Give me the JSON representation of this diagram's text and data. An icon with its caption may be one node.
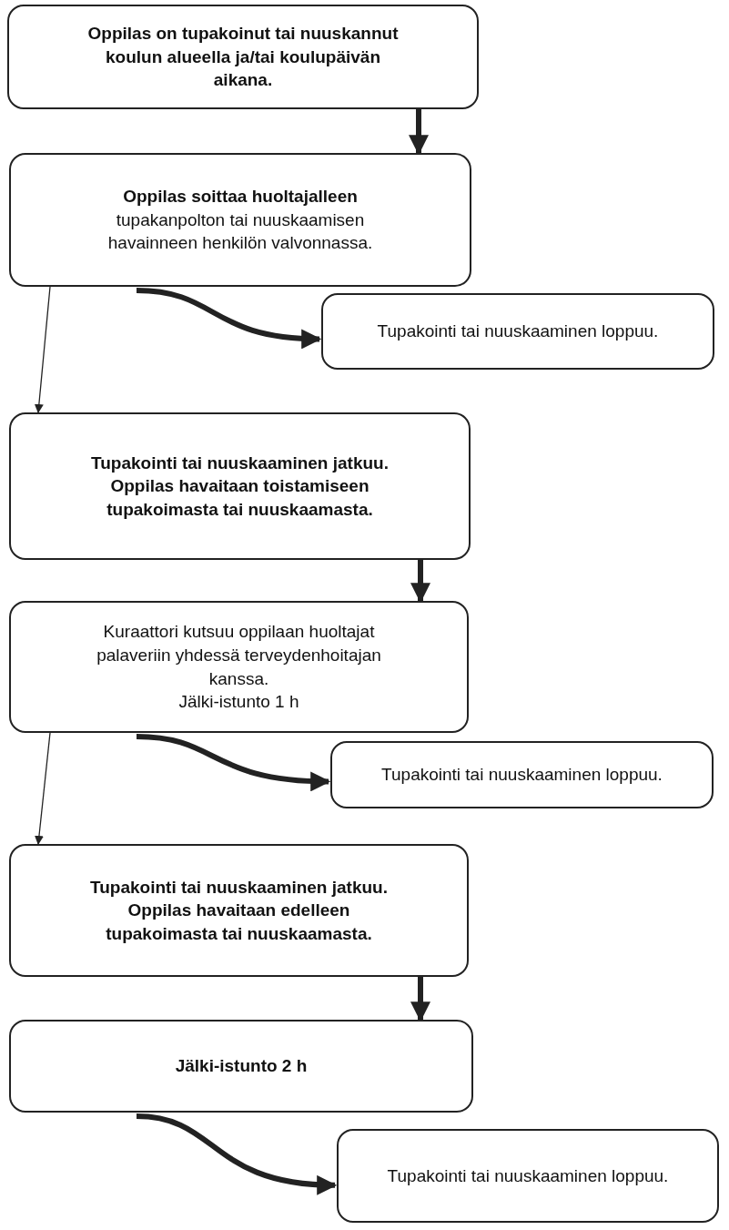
{
  "diagram": {
    "nodes": [
      {
        "text": [
          "Oppilas on tupakoinut tai nuuskannut koulun alueella ja/tai koulupäivän aikana."
        ]
      },
      {
        "text": [
          "Oppilas soittaa huoltajalleen",
          "tupakanpolton tai nuuskaamisen havainneen henkilön valvonnassa."
        ]
      },
      {
        "text": [
          "Tupakointi tai nuuskaaminen loppuu."
        ]
      },
      {
        "text": [
          "Tupakointi tai nuuskaaminen jatkuu. Oppilas havaitaan toistamiseen tupakoimasta tai nuuskaamasta."
        ]
      },
      {
        "text": [
          "Kuraattori kutsuu oppilaan huoltajat palaveriin yhdessä terveydenhoitajan kanssa.",
          "Jälki-istunto 1 h"
        ]
      },
      {
        "text": [
          "Tupakointi tai nuuskaaminen loppuu."
        ]
      },
      {
        "text": [
          "Tupakointi tai nuuskaaminen jatkuu. Oppilas havaitaan edelleen tupakoimasta tai nuuskaamasta."
        ]
      },
      {
        "text": [
          "Jälki-istunto 2 h"
        ]
      },
      {
        "text": [
          "Tupakointi tai nuuskaaminen loppuu."
        ]
      }
    ],
    "edges": [
      {
        "from": 0,
        "to": 1,
        "arrow": "to"
      },
      {
        "from": 1,
        "to": 2,
        "arrow": "to"
      },
      {
        "from": 1,
        "to": 3,
        "arrow": "to"
      },
      {
        "from": 3,
        "to": 4,
        "arrow": "to"
      },
      {
        "from": 4,
        "to": 5,
        "arrow": "to"
      },
      {
        "from": 4,
        "to": 6,
        "arrow": "to"
      },
      {
        "from": 6,
        "to": 7,
        "arrow": "to"
      },
      {
        "from": 7,
        "to": 8,
        "arrow": "to"
      }
    ]
  }
}
